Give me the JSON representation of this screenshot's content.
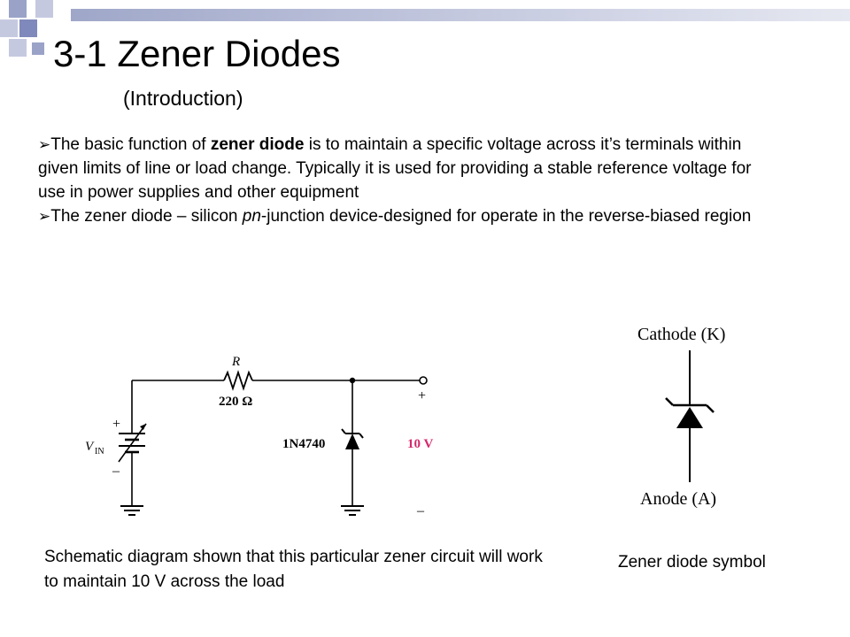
{
  "slide": {
    "title": "3-1 Zener Diodes",
    "subtitle": "(Introduction)",
    "bullets": [
      {
        "pre": "The basic function of ",
        "bold": "zener diode",
        "post": " is to maintain a specific voltage across it’s terminals within given limits of line or load change. Typically it is used for providing a stable reference voltage for use in power supplies and other equipment"
      },
      {
        "pre": "The zener diode – silicon ",
        "italic": "pn",
        "post": "-junction device-designed  for operate in the reverse-biased region"
      }
    ],
    "schematic": {
      "resistor_label": "R",
      "resistor_value": "220 Ω",
      "source_label": "V",
      "source_sub": "IN",
      "source_plus": "+",
      "source_minus": "–",
      "diode_label": "1N4740",
      "output_voltage": "10 V",
      "output_plus": "+",
      "output_minus": "–"
    },
    "symbol": {
      "cathode_label": "Cathode (K)",
      "anode_label": "Anode (A)"
    },
    "caption_left": "Schematic diagram shown that this particular zener circuit will work to maintain 10 V across the load",
    "caption_right": "Zener diode symbol",
    "colors": {
      "deco_dark": "#8c95c0",
      "deco_light": "#c9cde2",
      "output_voltage": "#d42a6c"
    }
  }
}
